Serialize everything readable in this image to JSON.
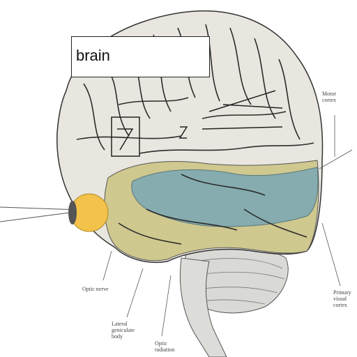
{
  "caption_box": {
    "text": "brain"
  },
  "annotations": {
    "motor_cortex": "Motor\ncortex",
    "optic_nerve": "Optic nerve",
    "lateral_geniculate": "Lateral\ngeniculate\nbody",
    "optic_radiation": "Optic\nradiation",
    "primary_visual": "Primary\nvisual\ncortex"
  },
  "colors": {
    "cortex": "#e8e6df",
    "sulcus": "#2b2b2b",
    "visual_blue": "#7fa9b3",
    "temporal_olive": "#cfc88f",
    "eye_yellow": "#f2c24a",
    "cerebellum": "#d9d9d6"
  }
}
